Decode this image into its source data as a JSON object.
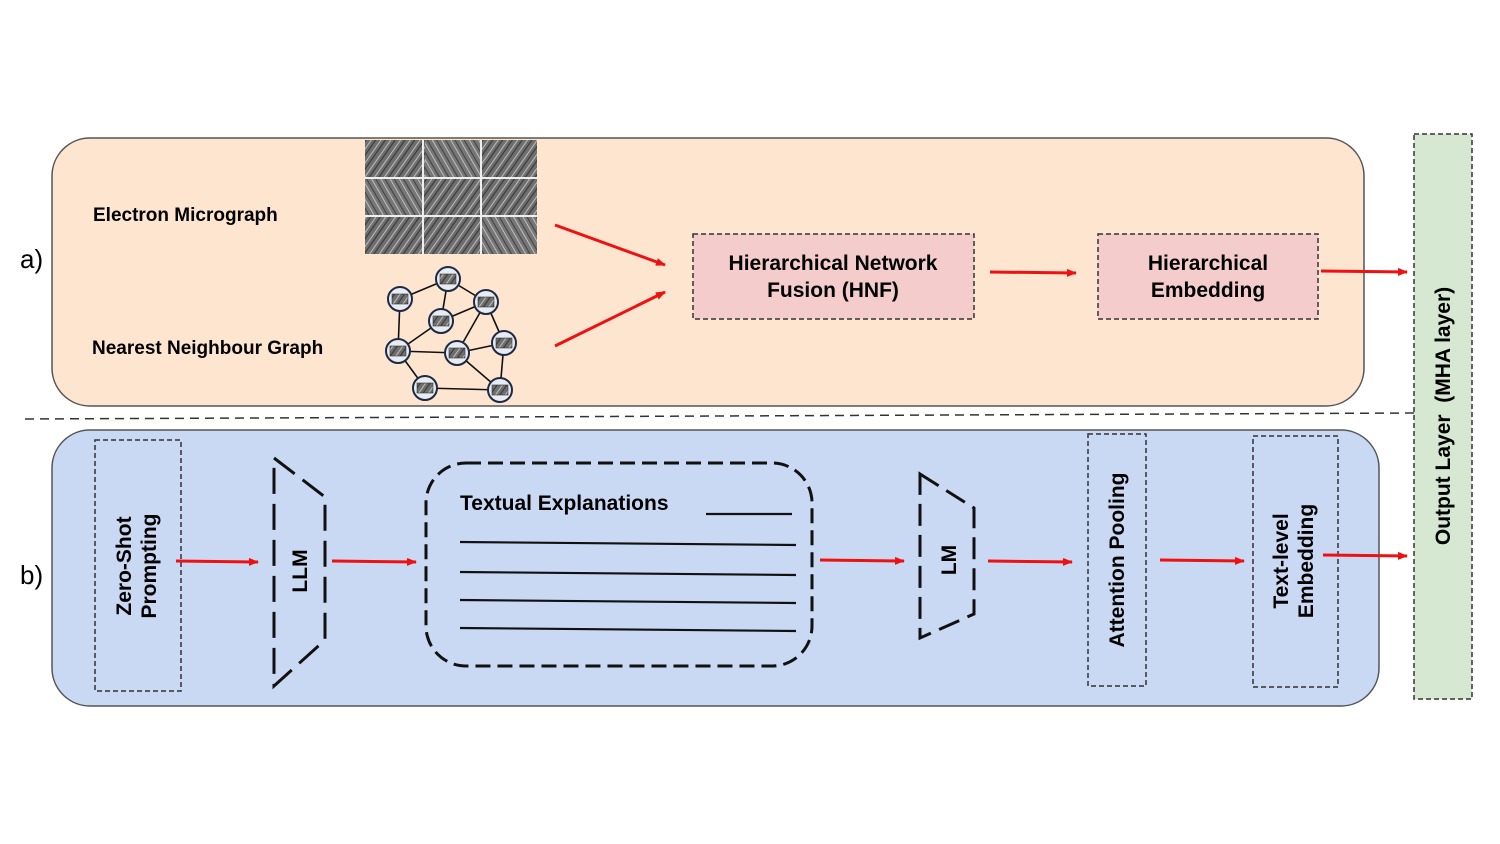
{
  "panels": {
    "a": {
      "label": "a)",
      "inputs": {
        "micrograph": "Electron Micrograph",
        "graph": "Nearest Neighbour Graph"
      },
      "hnf": {
        "line1": "Hierarchical Network",
        "line2": "Fusion (HNF)"
      },
      "embedding": {
        "line1": "Hierarchical",
        "line2": "Embedding"
      },
      "fill_color": "#fde5cf"
    },
    "b": {
      "label": "b)",
      "prompting": {
        "line1": "Zero-Shot",
        "line2": "Prompting"
      },
      "llm": "LLM",
      "explanations": "Textual Explanations",
      "lm": "LM",
      "pooling": "Attention Pooling",
      "embedding": {
        "line1": "Text-level",
        "line2": "Embedding"
      },
      "fill_color": "#c9d9f3"
    }
  },
  "output_layer": {
    "label": "Output Layer  (MHA layer)",
    "fill_color": "#d6e8d1"
  },
  "arrow_color": "#ee1111"
}
